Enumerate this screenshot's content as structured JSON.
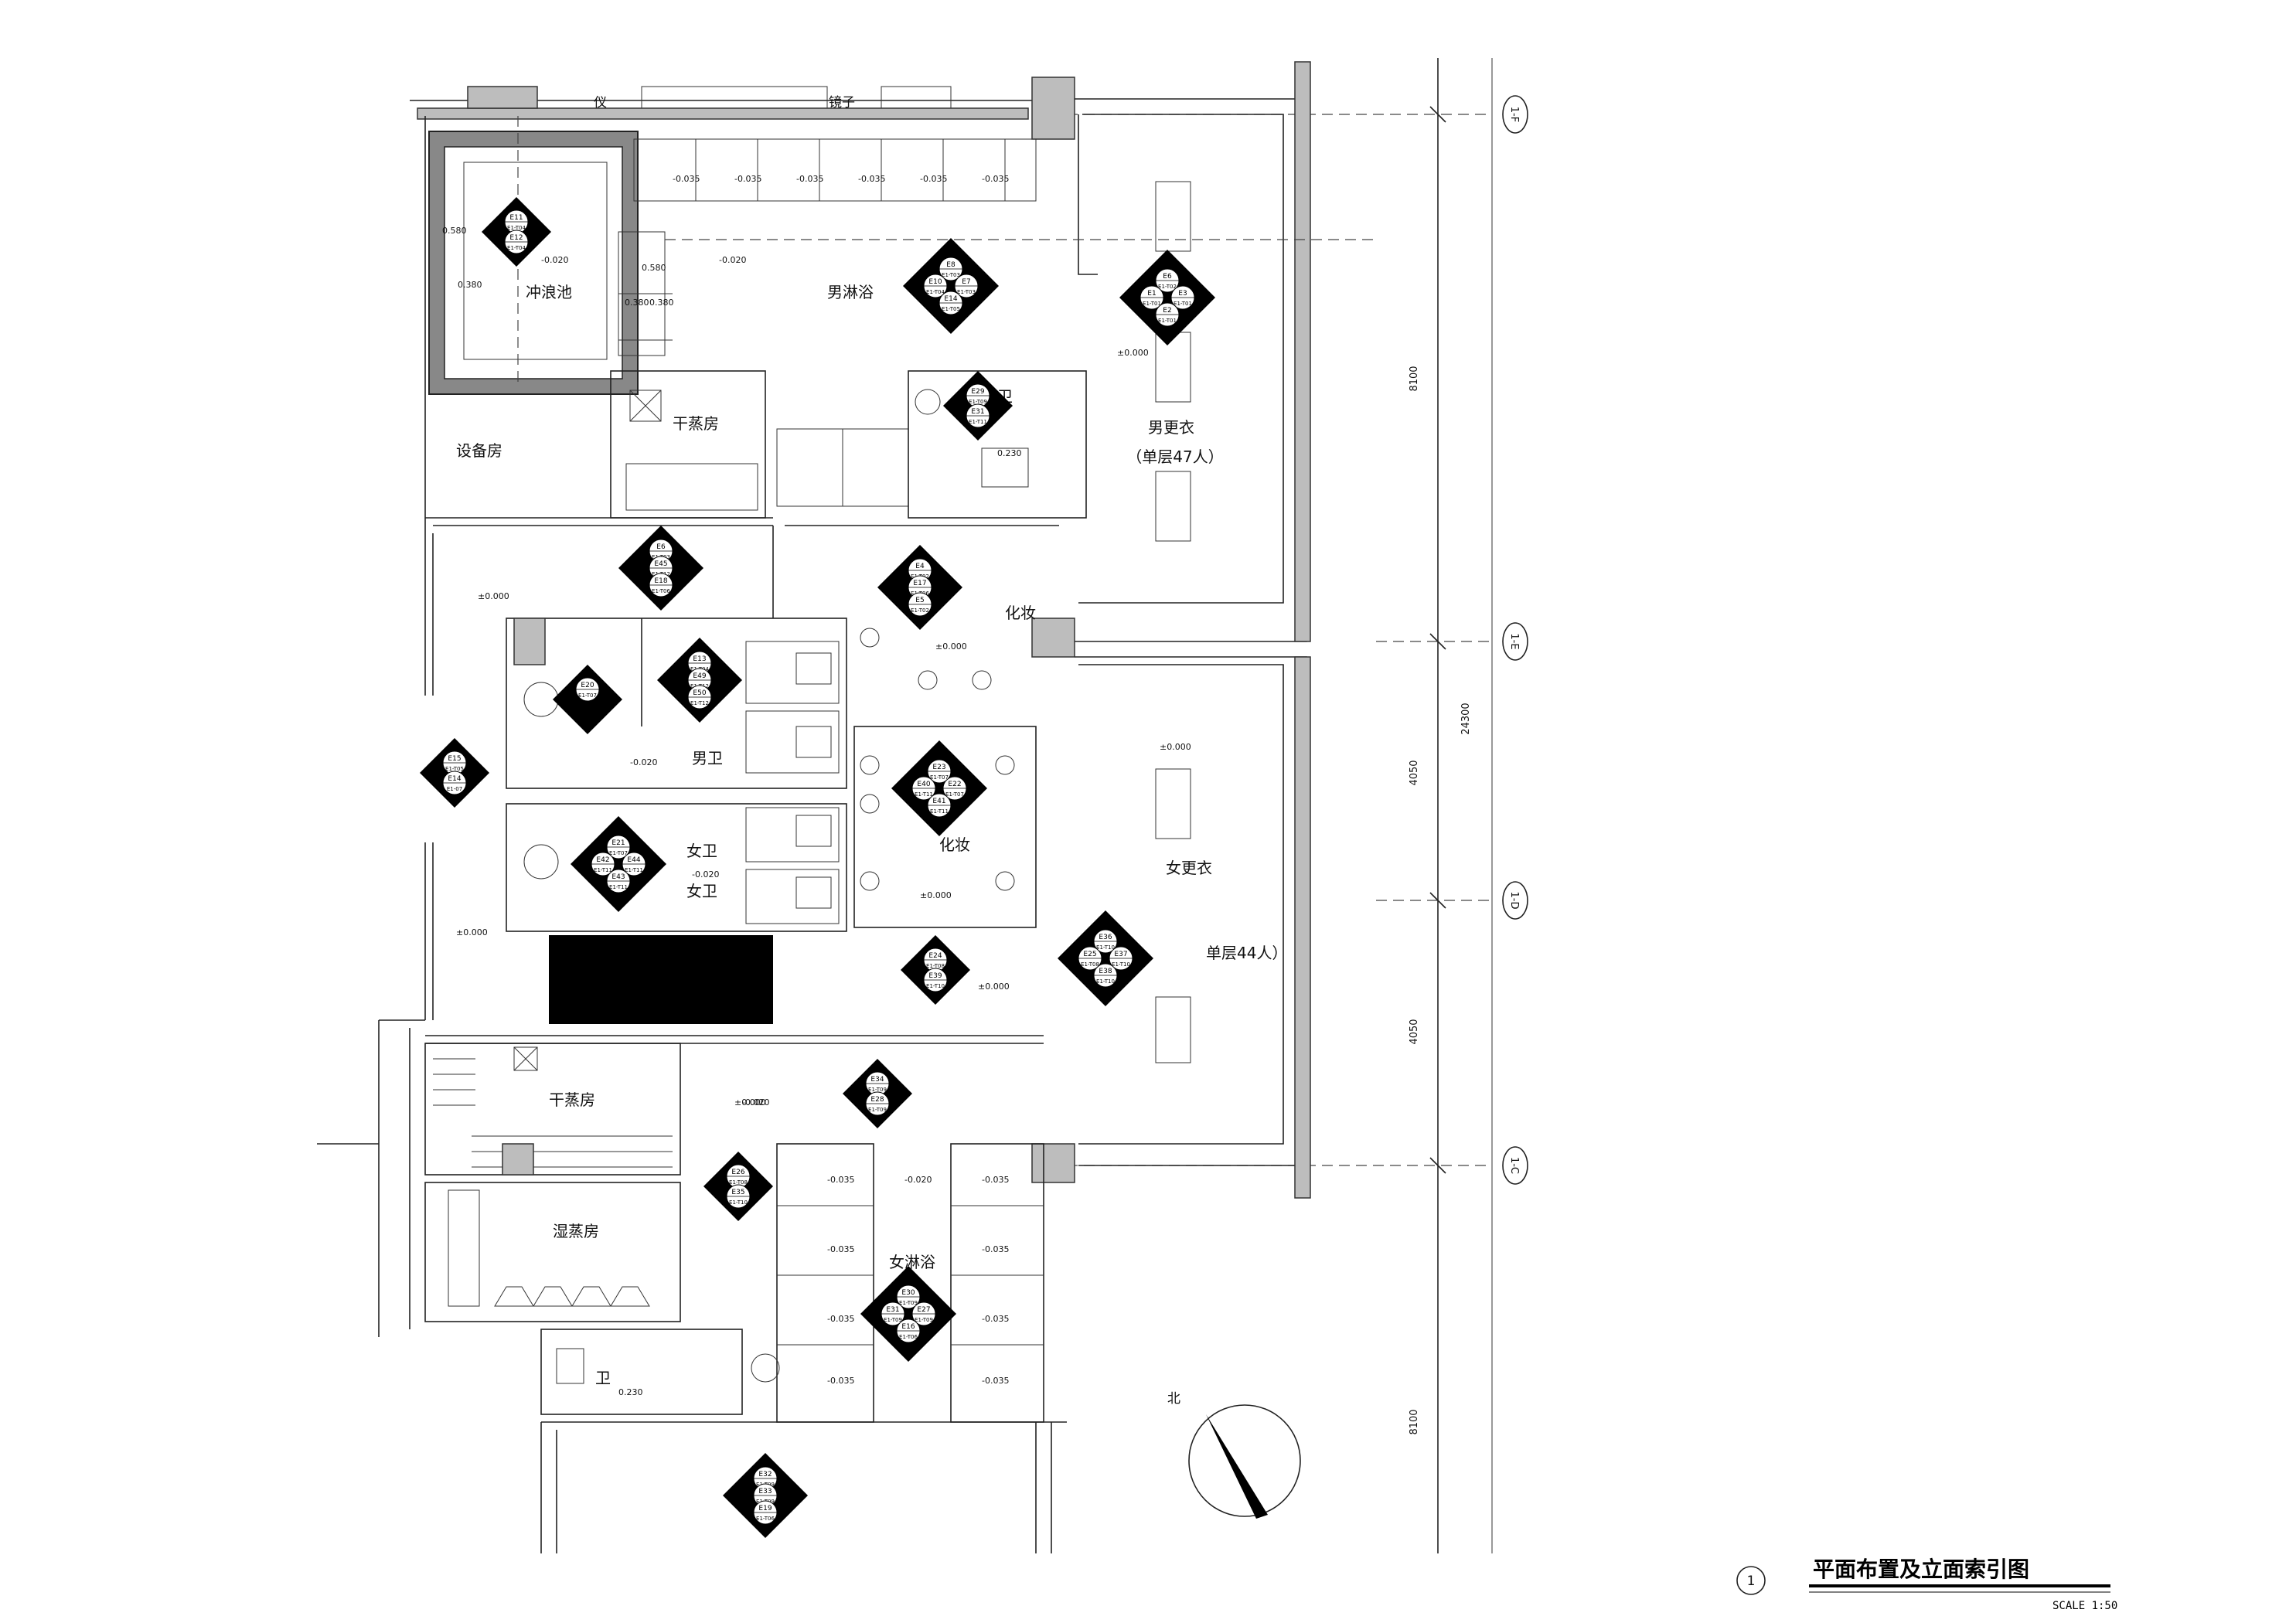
{
  "drawing": {
    "title": "平面布置及立面索引图",
    "scale": "SCALE 1:50",
    "number": "1",
    "north": "北"
  },
  "rooms": {
    "cold_pool": "冲浪池",
    "men_shower": "男淋浴",
    "dry_sauna_top": "干蒸房",
    "equipment": "设备房",
    "men_wc_top": "男卫",
    "men_locker": "男更衣",
    "men_locker_capacity": "（单层47人）",
    "makeup_top": "化妆",
    "men_wc": "男卫",
    "women_wc_a": "女卫",
    "women_wc_b": "女卫",
    "makeup_mid": "化妆",
    "women_locker": "女更衣",
    "women_locker_capacity": "单层44人）",
    "dry_sauna_bottom": "干蒸房",
    "steam_room": "湿蒸房",
    "women_shower": "女淋浴",
    "wc_bottom": "卫",
    "mirror": "镜子",
    "instrument": "仪"
  },
  "levels": {
    "l1": "0.580",
    "l2": "0.380",
    "l3": "-0.020",
    "l4": "0.580",
    "l5": "0.380",
    "l6": "0.380",
    "l7": "-0.020",
    "l8": "±0.000",
    "l9": "±0.000",
    "l10": "±0.000",
    "l11": "-0.020",
    "l12": "-0.020",
    "l13": "±0.000",
    "l14": "±0.000",
    "l15": "±0.000",
    "l16": "±0.000",
    "l17": "±0.000",
    "l18": "-0.020",
    "l19": "-0.020",
    "l20": "0.230",
    "l21": "0.230",
    "shower": "-0.035"
  },
  "grid": {
    "axes": [
      "1-F",
      "1-E",
      "1-D",
      "1-C"
    ],
    "dims": [
      "8100",
      "4050",
      "4050",
      "8100"
    ],
    "total": "24300"
  },
  "index_markers": [
    {
      "codes": [
        "E11",
        "E1-T04",
        "E12",
        "E1-T04"
      ]
    },
    {
      "codes": [
        "E8",
        "E1-T03",
        "E10",
        "E1-T04",
        "E7",
        "E1-T03",
        "E14",
        "E1-T05"
      ]
    },
    {
      "codes": [
        "E6",
        "E1-T02",
        "E1",
        "E1-T01",
        "E3",
        "E1-T01",
        "E2",
        "E1-T01"
      ]
    },
    {
      "codes": [
        "E29",
        "E1-T09",
        "E31",
        "E1-T11"
      ]
    },
    {
      "codes": [
        "E6",
        "E1-T03",
        "E45",
        "E1-T12",
        "E18",
        "E1-T06"
      ]
    },
    {
      "codes": [
        "E4",
        "E1-T02",
        "E17",
        "E1-T06",
        "E5",
        "E1-T02"
      ]
    },
    {
      "codes": [
        "E13",
        "E1-T04",
        "E49",
        "E1-T12",
        "E50",
        "E1-T12"
      ]
    },
    {
      "codes": [
        "E20",
        "E1-T07"
      ]
    },
    {
      "codes": [
        "E15",
        "E1-T05",
        "E14",
        "E1-07"
      ]
    },
    {
      "codes": [
        "E23",
        "E1-T07",
        "E40",
        "E1-T11",
        "E22",
        "E1-T07",
        "E41",
        "E1-T11"
      ]
    },
    {
      "codes": [
        "E21",
        "E1-T07",
        "E42",
        "E1-T11",
        "E44",
        "E1-T11",
        "E43",
        "E1-T11"
      ]
    },
    {
      "codes": [
        "E24",
        "E1-T08",
        "E39",
        "E1-T10"
      ]
    },
    {
      "codes": [
        "E36",
        "E1-T10",
        "E25",
        "E1-T08",
        "E37",
        "E1-T10",
        "E38",
        "E1-T10"
      ]
    },
    {
      "codes": [
        "E34",
        "E1-T09",
        "E28",
        "E1-T09"
      ]
    },
    {
      "codes": [
        "E26",
        "E1-T08",
        "E35",
        "E1-T10"
      ]
    },
    {
      "codes": [
        "E30",
        "E1-T09",
        "E31",
        "E1-T09",
        "E27",
        "E1-T09",
        "E16",
        "E1-T06"
      ]
    },
    {
      "codes": [
        "E32",
        "E1-T09",
        "E33",
        "E1-T09",
        "E19",
        "E1-T06"
      ]
    }
  ]
}
